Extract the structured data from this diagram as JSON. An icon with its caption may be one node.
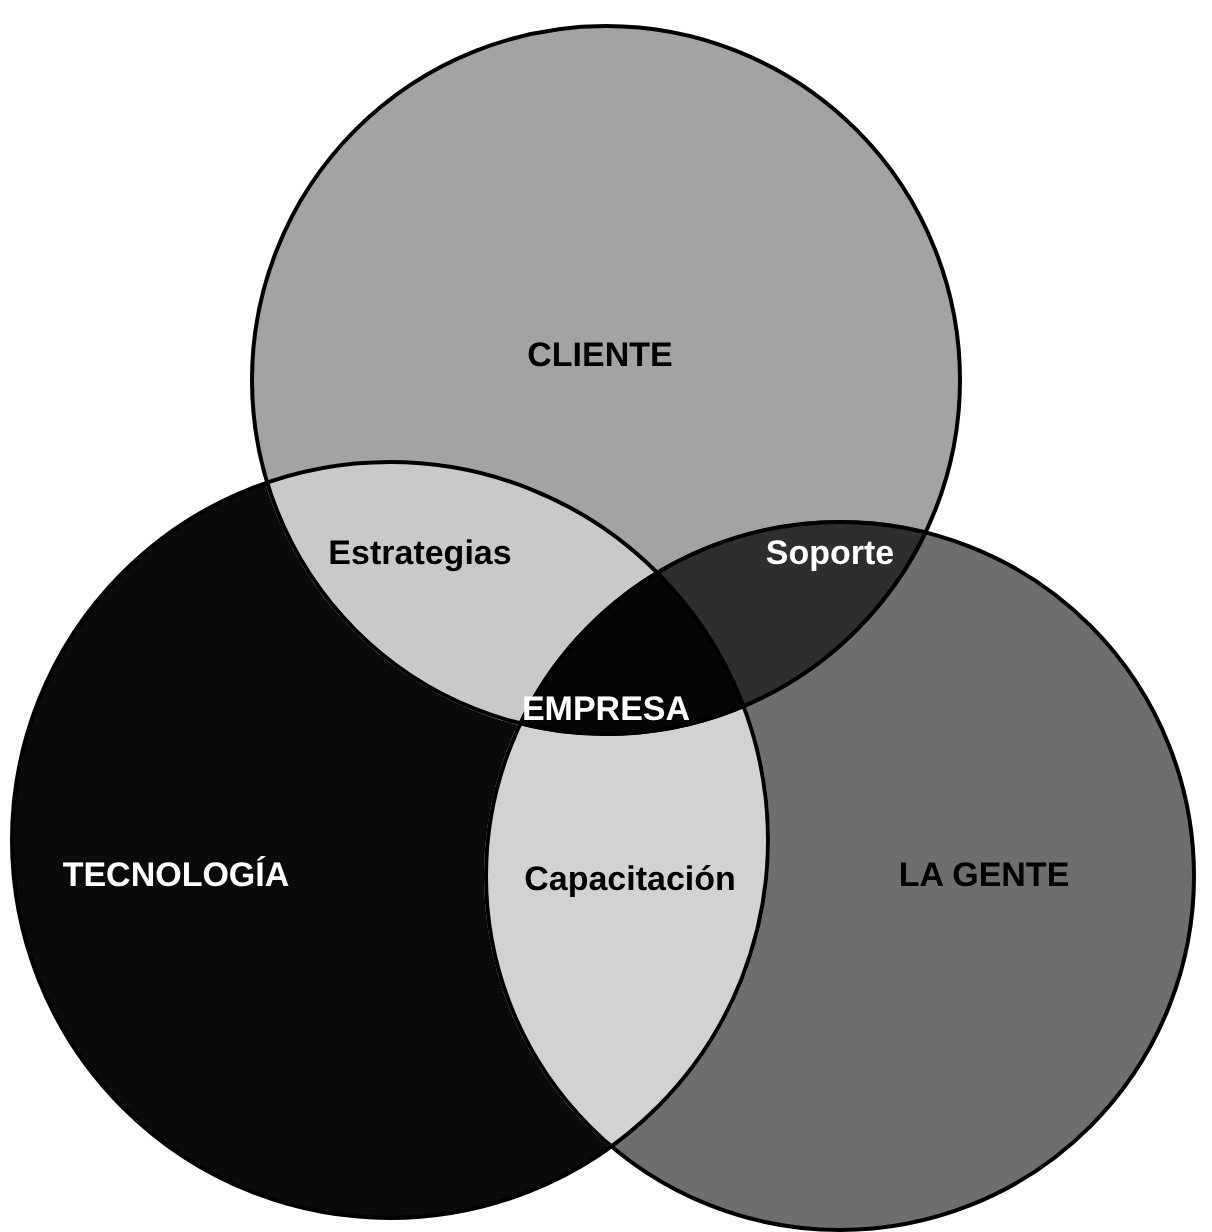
{
  "diagram": {
    "nodes": [
      {
        "text": [
          "CLIENTE"
        ]
      },
      {
        "text": [
          "TECNOLOGÍA"
        ]
      },
      {
        "text": [
          "LA GENTE"
        ]
      }
    ],
    "edges": [],
    "labels": [
      "Estrategias",
      "Soporte",
      "EMPRESA",
      "Capacitación"
    ]
  }
}
